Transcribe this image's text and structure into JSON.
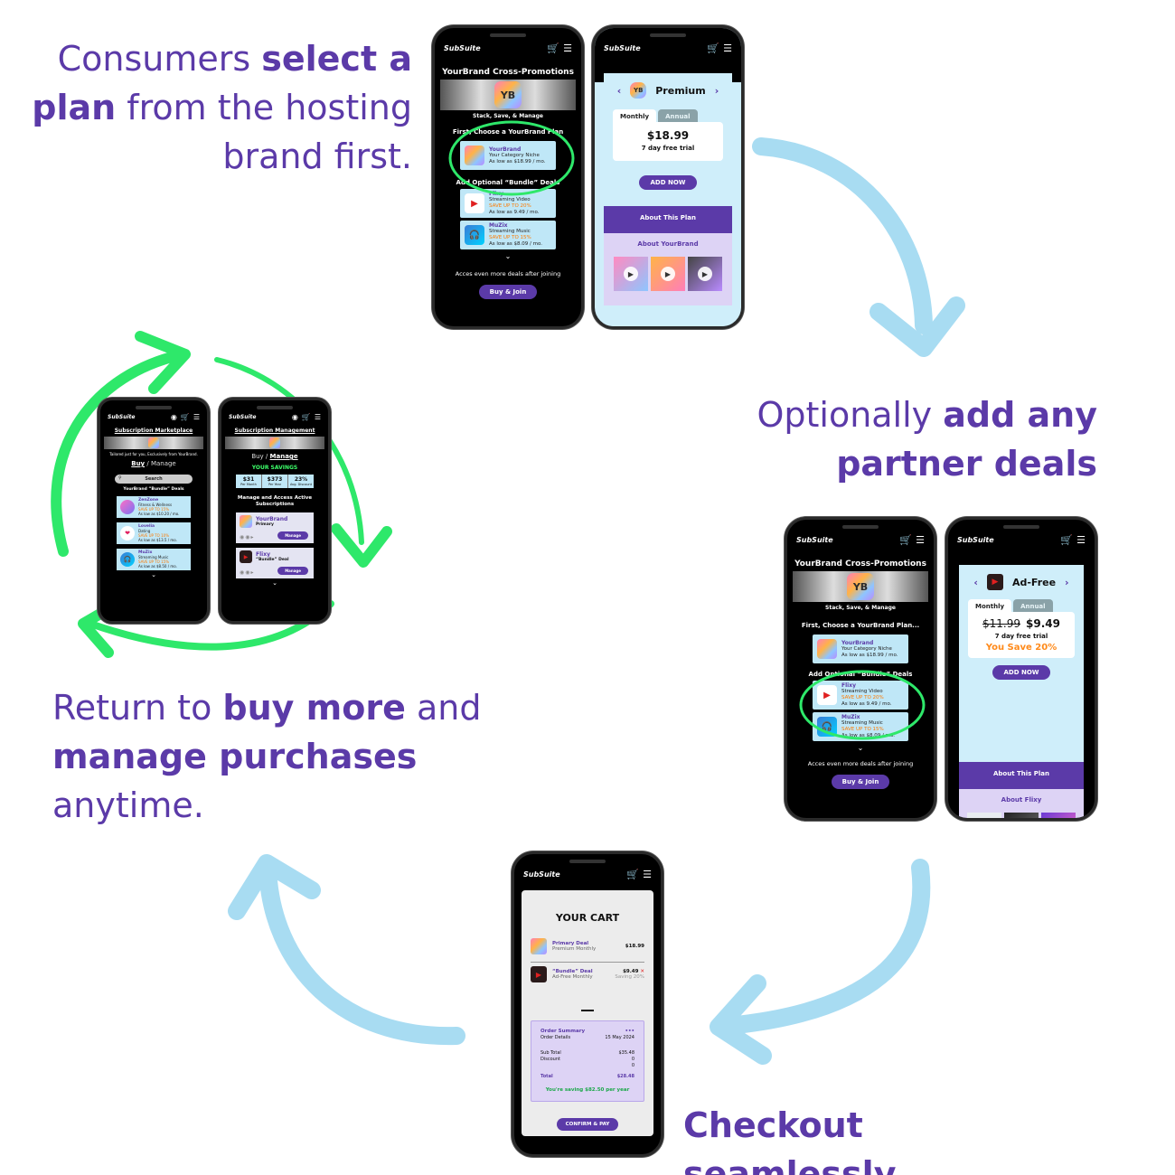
{
  "captions": {
    "step1": {
      "pre": "Consumers ",
      "bold1": "select a plan",
      "post": " from the hosting brand first."
    },
    "step2": {
      "pre": "Optionally ",
      "bold1": "add any partner deals",
      "post": ""
    },
    "step3": {
      "pre": "Return to ",
      "bold1": "buy more",
      "mid": " and ",
      "bold2": "manage purchases",
      "post": " anytime."
    },
    "step4": "Checkout seamlessly"
  },
  "brand": {
    "logo_text": "SubSuite",
    "logo_mark": "YB"
  },
  "colors": {
    "accent": "#5b3aa8",
    "arrow_blue": "#a8dcf2",
    "arrow_green": "#2ee86a",
    "save_orange": "#ff8a1a"
  },
  "icons": {
    "cart": "cart-icon",
    "menu": "menu-icon",
    "play": "play-icon",
    "headphones": "headphones-icon"
  },
  "promo": {
    "title": "YourBrand Cross-Promotions",
    "tagline": "Stack, Save, & Manage",
    "choose_label": "First, Choose a YourBrand Plan",
    "choose_label_b": "First, Choose a YourBrand Plan...",
    "bundle_label": "Add Optional “Bundle” Deals",
    "footer_text": "Acces even more deals after joining",
    "buy_button": "Buy & Join",
    "cards": [
      {
        "name": "YourBrand",
        "line1": "Your Category Niche",
        "line2": "",
        "line3": "As low as $18.99 / mo."
      },
      {
        "name": "Flixy",
        "line1": "Streaming Video",
        "line2": "SAVE UP TO 20%",
        "line3": "As low as 9.49 / mo."
      },
      {
        "name": "MuZix",
        "line1": "Streaming Music",
        "line2": "SAVE UP TO 15%",
        "line3": "As low as $8.09 / mo."
      }
    ]
  },
  "plan_premium": {
    "name": "Premium",
    "tab_monthly": "Monthly",
    "tab_annual": "Annual",
    "price": "$18.99",
    "trial": "7 day free trial",
    "add_button": "ADD NOW",
    "about_plan": "About This Plan",
    "about_brand": "About YourBrand"
  },
  "plan_adfree": {
    "name": "Ad-Free",
    "tab_monthly": "Monthly",
    "tab_annual": "Annual",
    "old_price": "$11.99",
    "price": "$9.49",
    "trial": "7 day free trial",
    "save": "You Save 20%",
    "add_button": "ADD NOW",
    "about_plan": "About This Plan",
    "about_brand": "About Flixy"
  },
  "cart": {
    "title": "YOUR CART",
    "items": [
      {
        "name": "Primary Deal",
        "sub": "Premium    Monthly",
        "price": "$18.99",
        "note": ""
      },
      {
        "name": "“Bundle” Deal",
        "sub": "Ad-Free    Monthly",
        "price": "$9.49",
        "note": "Saving 20%"
      }
    ],
    "summary_title": "Order Summary",
    "summary_sub": "Order Details",
    "summary_dots": "•••",
    "summary_date": "15 May 2024",
    "subtotal_label": "Sub Total",
    "subtotal": "$35.48",
    "discount_label": "Discount",
    "discount": "0",
    "blank_value": "0",
    "total_label": "Total",
    "total": "$28.48",
    "saving_note": "You're saving $82.50 per year",
    "confirm_button": "CONFIRM & PAY"
  },
  "marketplace": {
    "title": "Subscription Marketplace",
    "tailored": "Tailored just for you, Exclusively from YourBrand.",
    "buy": "Buy",
    "sep": " / ",
    "manage": "Manage",
    "search": "Search",
    "bundle_label": "YourBrand “Bundle” Deals",
    "cards": [
      {
        "name": "ZenZone",
        "line1": "Fitness & Wellness",
        "line2": "SAVE UP TO 15%",
        "line3": "As low as $10.20 / mo."
      },
      {
        "name": "Lovelia",
        "line1": "Dating",
        "line2": "SAVE UP TO 10%",
        "line3": "As low as $13.5 / mo."
      },
      {
        "name": "MuZix",
        "line1": "Streaming Music",
        "line2": "SAVE UP TO 15%",
        "line3": "As low as $8.50 / mo."
      }
    ]
  },
  "management": {
    "title": "Subscription Management",
    "savings_title": "YOUR SAVINGS",
    "stats": [
      {
        "value": "$31",
        "label": "Per Month"
      },
      {
        "value": "$373",
        "label": "Per Year"
      },
      {
        "value": "23%",
        "label": "Avg. Discount"
      }
    ],
    "section_title": "Manage and Access Active Subscriptions",
    "subs": [
      {
        "name": "YourBrand",
        "sub": "Primary",
        "button": "Manage"
      },
      {
        "name": "Flixy",
        "sub": "“Bundle” Deal",
        "button": "Manage"
      }
    ]
  }
}
